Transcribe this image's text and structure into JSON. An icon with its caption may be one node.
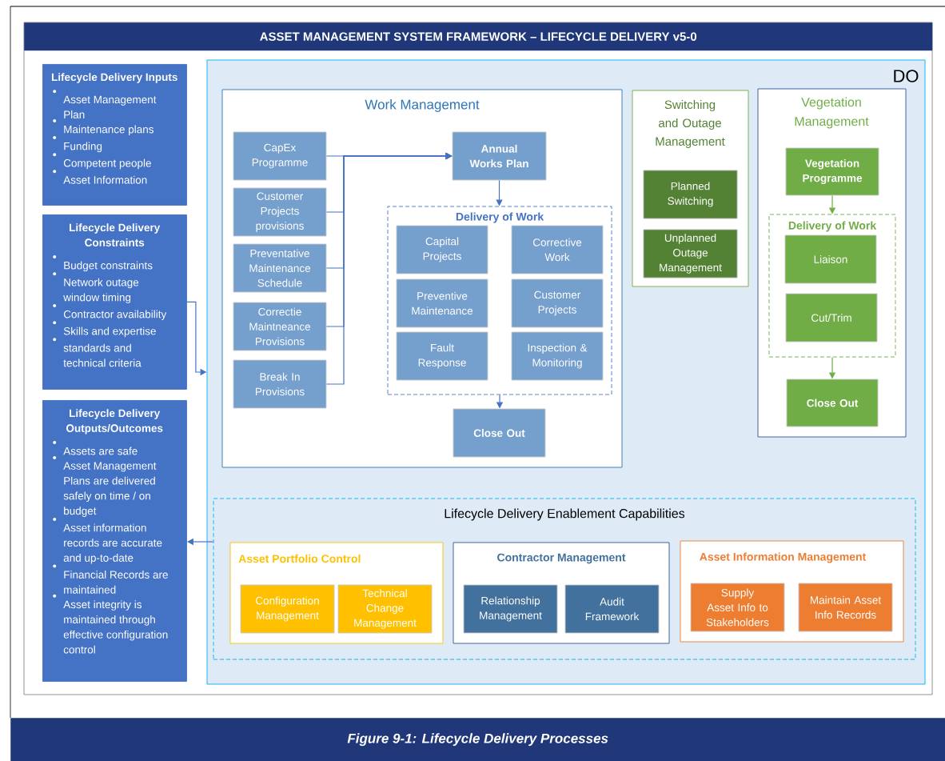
{
  "diagram": {
    "title": "ASSET MANAGEMENT SYSTEM FRAMEWORK – LIFECYCLE DELIVERY v5-0",
    "caption": "Figure 9-1: Lifecycle Delivery Processes",
    "nodes": [
      {
        "text": [
          "Lifecycle Delivery Inputs",
          "Asset Management Plan",
          "Maintenance plans",
          "Funding",
          "Competent people",
          "Asset Information"
        ]
      },
      {
        "text": [
          "Lifecycle Delivery Constraints",
          "Budget constraints",
          "Network outage window timing",
          "Contractor availability",
          "Skills and expertise",
          "standards and technical criteria"
        ]
      },
      {
        "text": [
          "Lifecycle Delivery Outputs/Outcomes",
          "Assets are safe",
          "Asset Management Plans are delivered safely on time / on budget",
          "Asset information records are accurate and up-to-date",
          "Financial Records are maintained",
          "Asset integrity is maintained through effective configuration control"
        ]
      },
      {
        "text": [
          "DO"
        ]
      },
      {
        "text": [
          "Work Management"
        ],
        "in": 3
      },
      {
        "text": [
          "CapEx Programme"
        ],
        "in": 4
      },
      {
        "text": [
          "Customer Projects provisions"
        ],
        "in": 4
      },
      {
        "text": [
          "Preventative Maintenance Schedule"
        ],
        "in": 4
      },
      {
        "text": [
          "Correctie Maintneance Provisions"
        ],
        "in": 4
      },
      {
        "text": [
          "Break In Provisions"
        ],
        "in": 4
      },
      {
        "text": [
          "Annual Works Plan"
        ],
        "in": 4
      },
      {
        "text": [
          "Delivery of Work"
        ],
        "in": 4
      },
      {
        "text": [
          "Capital Projects"
        ],
        "in": 11
      },
      {
        "text": [
          "Corrective Work"
        ],
        "in": 11
      },
      {
        "text": [
          "Preventive Maintenance"
        ],
        "in": 11
      },
      {
        "text": [
          "Customer Projects"
        ],
        "in": 11
      },
      {
        "text": [
          "Fault Response"
        ],
        "in": 11
      },
      {
        "text": [
          "Inspection & Monitoring"
        ],
        "in": 11
      },
      {
        "text": [
          "Close Out"
        ],
        "in": 4
      },
      {
        "text": [
          "Switching and Outage Management"
        ],
        "in": 3
      },
      {
        "text": [
          "Planned Switching"
        ],
        "in": 19
      },
      {
        "text": [
          "Unplanned Outage Management"
        ],
        "in": 19
      },
      {
        "text": [
          "Vegetation Management"
        ],
        "in": 3
      },
      {
        "text": [
          "Vegetation Programme"
        ],
        "in": 22
      },
      {
        "text": [
          "Delivery of Work"
        ],
        "in": 22
      },
      {
        "text": [
          "Liaison"
        ],
        "in": 24
      },
      {
        "text": [
          "Cut/Trim"
        ],
        "in": 24
      },
      {
        "text": [
          "Close Out"
        ],
        "in": 22
      },
      {
        "text": [
          "Lifecycle Delivery Enablement Capabilities"
        ],
        "in": 3
      },
      {
        "text": [
          "Asset Portfolio Control"
        ],
        "in": 28
      },
      {
        "text": [
          "Configuration Management"
        ],
        "in": 29
      },
      {
        "text": [
          "Technical Change Management"
        ],
        "in": 29
      },
      {
        "text": [
          "Contractor Management"
        ],
        "in": 28
      },
      {
        "text": [
          "Relationship Management"
        ],
        "in": 32
      },
      {
        "text": [
          "Audit Framework"
        ],
        "in": 32
      },
      {
        "text": [
          "Asset Information Management"
        ],
        "in": 28
      },
      {
        "text": [
          "Supply Asset Info to Stakeholders"
        ],
        "in": 35
      },
      {
        "text": [
          "Maintain Asset Info Records"
        ],
        "in": 35
      }
    ],
    "edges": [
      {
        "from": 5,
        "to": 10,
        "arrow": "to"
      },
      {
        "from": 6,
        "to": 10,
        "arrow": "to"
      },
      {
        "from": 7,
        "to": 10,
        "arrow": "to"
      },
      {
        "from": 8,
        "to": 10,
        "arrow": "to"
      },
      {
        "from": 9,
        "to": 10,
        "arrow": "to"
      },
      {
        "from": 10,
        "to": 11,
        "arrow": "to"
      },
      {
        "from": 11,
        "to": 18,
        "arrow": "to"
      },
      {
        "from": 23,
        "to": 24,
        "arrow": "to",
        "color": "#70ad47"
      },
      {
        "from": 24,
        "to": 27,
        "arrow": "to",
        "color": "#70ad47"
      },
      {
        "from": 1,
        "to": 3,
        "arrow": "to"
      },
      {
        "from": 28,
        "to": 2,
        "arrow": "to"
      }
    ]
  }
}
